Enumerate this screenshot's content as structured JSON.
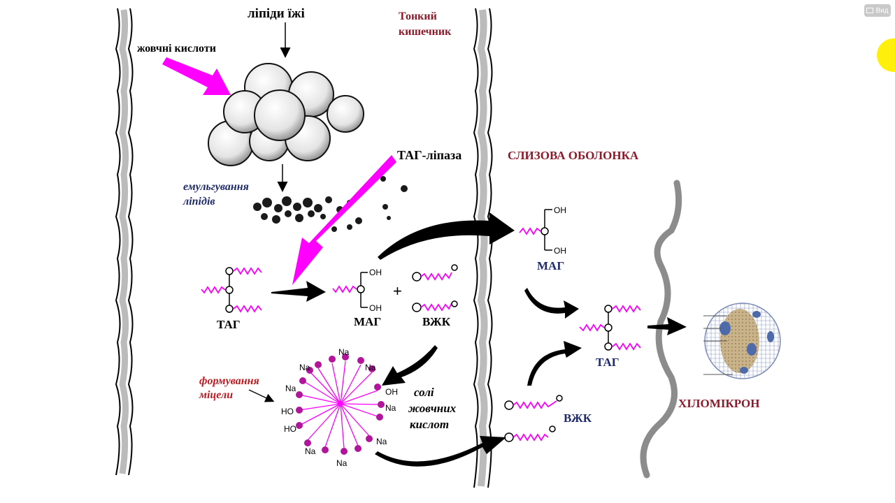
{
  "labels": {
    "food_lipids": "ліпіди їжі",
    "small_intestine_line1": "Тонкий",
    "small_intestine_line2": "кишечник",
    "bile_acids": "жовчні кислоти",
    "emulsification_line1": "емульгування",
    "emulsification_line2": "ліпідів",
    "tag_lipase": "ТАГ-ліпаза",
    "mucosa": "СЛИЗОВА ОБОЛОНКА",
    "tag_left": "ТАГ",
    "mag_center": "МАГ",
    "vzhk_center": "ВЖК",
    "plus": "+",
    "mag_right": "МАГ",
    "tag_right": "ТАГ",
    "vzhk_right": "ВЖК",
    "chylomicron": "ХІЛОМІКРОН",
    "micelle_line1": "формування",
    "micelle_line2": "міцели",
    "bile_salts_line1": "солі",
    "bile_salts_line2": "жовчних",
    "bile_salts_line3": "кислот",
    "oh": "OH",
    "ho": "HO",
    "na": "Na"
  },
  "badge": {
    "label": "Вид",
    "icon": "window-icon"
  },
  "colors": {
    "magenta": "#ff00ff",
    "dark_red": "#8b1a2b",
    "navy": "#1f2a6b",
    "micelle_purple": "#b0159a",
    "wall_gray": "#8c8c8c"
  }
}
